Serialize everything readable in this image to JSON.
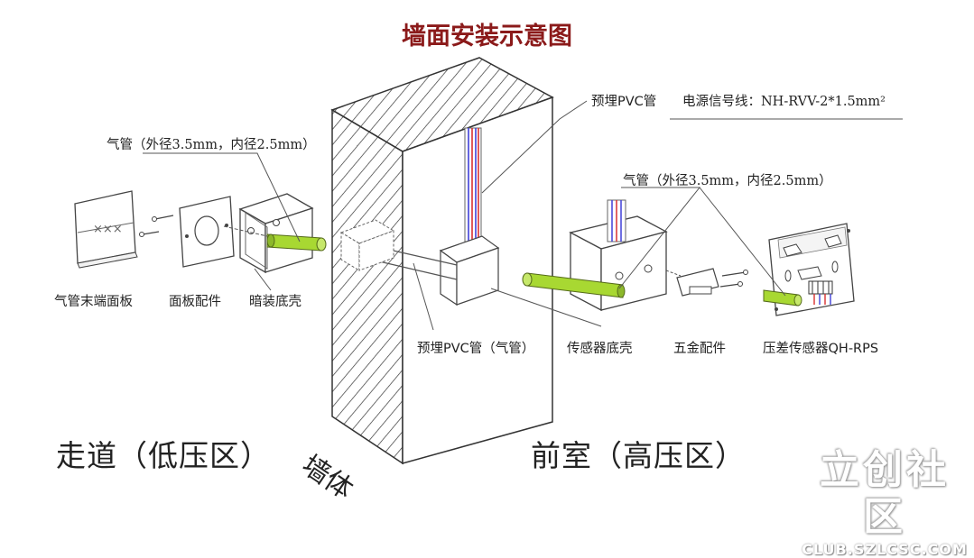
{
  "title": "墙面安装示意图",
  "labels": {
    "air_tube_left": "气管（外径3.5mm，内径2.5mm）",
    "pvc_top": "预埋PVC管",
    "power_signal_line": "电源信号线：NH-RVV-2*1.5mm²",
    "air_tube_right": "气管（外径3.5mm，内径2.5mm）",
    "end_panel": "气管末端面板",
    "panel_fitting": "面板配件",
    "concealed_box": "暗装底壳",
    "pvc_air": "预埋PVC管（气管）",
    "sensor_box": "传感器底壳",
    "hardware": "五金配件",
    "sensor_model": "压差传感器QH-RPS"
  },
  "zones": {
    "corridor": "走道（低压区）",
    "wall": "墙体",
    "anteroom": "前室（高压区）"
  },
  "panel_mark": "×××",
  "watermark": {
    "brand": "立创社区",
    "url": "CLUB.SZLCSC.COM"
  },
  "colors": {
    "title": "#8b1a1a",
    "tube_green": "#a8d832",
    "wire_red": "#d83030",
    "wire_blue": "#4040d8",
    "line": "#444444"
  }
}
